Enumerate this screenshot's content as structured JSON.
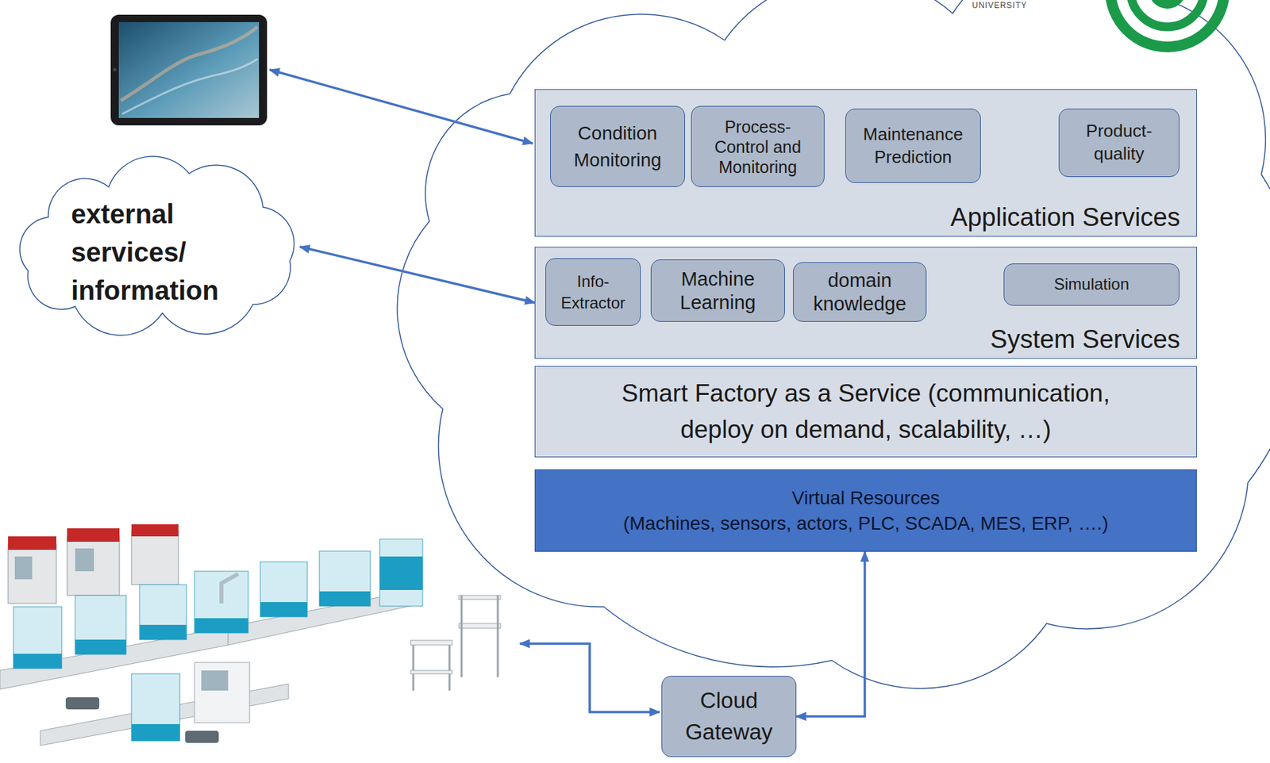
{
  "diagram": {
    "nodes": [
      {
        "text": [
          "Application Services"
        ]
      },
      {
        "text": [
          "Condition Monitoring"
        ],
        "in": 0
      },
      {
        "text": [
          "Process-Control and Monitoring"
        ],
        "in": 0
      },
      {
        "text": [
          "Maintenance Prediction"
        ],
        "in": 0
      },
      {
        "text": [
          "Product-quality"
        ],
        "in": 0
      },
      {
        "text": [
          "external services/ information"
        ]
      },
      {
        "text": [
          "System Services"
        ]
      },
      {
        "text": [
          "Info-Extractor"
        ],
        "in": 6
      },
      {
        "text": [
          "Machine Learning"
        ],
        "in": 6
      },
      {
        "text": [
          "domain knowledge"
        ],
        "in": 6
      },
      {
        "text": [
          "Simulation"
        ],
        "in": 6
      },
      {
        "text": [
          "Smart Factory as a Service (communication, deploy on demand, scalability, …)"
        ]
      },
      {
        "text": [
          "Virtual Resources",
          "(Machines, sensors, actors, PLC, SCADA, MES, ERP, ….)"
        ]
      },
      {
        "text": [
          "Cloud Gateway"
        ]
      }
    ],
    "edges": [
      {
        "from": 5,
        "to": 6,
        "arrow": "both"
      },
      {
        "from": 13,
        "to": 12,
        "arrow": "both"
      }
    ],
    "labels": [
      "UNIVERSITY"
    ]
  }
}
